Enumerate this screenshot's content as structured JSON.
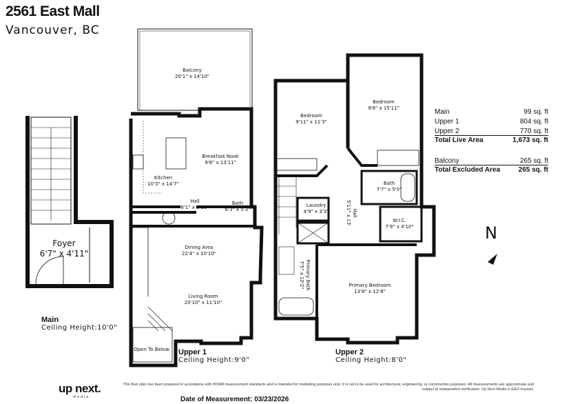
{
  "header": {
    "title": "2561 East Mall",
    "subtitle": "Vancouver, BC"
  },
  "floors": {
    "main": {
      "name": "Main",
      "ceiling": "Ceiling Height:10'0\""
    },
    "upper1": {
      "name": "Upper 1",
      "ceiling": "Ceiling Height:9'0\""
    },
    "upper2": {
      "name": "Upper 2",
      "ceiling": "Ceiling Height:8'0\""
    }
  },
  "rooms": {
    "foyer": {
      "name": "Foyer",
      "dims": "6'7\" x 4'11\""
    },
    "balcony": {
      "name": "Balcony",
      "dims": "20'1\" x 14'10\""
    },
    "breakfast_nook": {
      "name": "Breakfast Nook",
      "dims": "9'6\" x 13'11\""
    },
    "kitchen": {
      "name": "Kitchen",
      "dims": "10'3\" x 14'7\""
    },
    "hall_u1": {
      "name": "Hall",
      "dims": "6'1\" x 5'10\""
    },
    "bath_u1": {
      "name": "Bath",
      "dims": "6'3\" x 5'3\""
    },
    "dining": {
      "name": "Dining Area",
      "dims": "22'4\" x 10'10\""
    },
    "living": {
      "name": "Living Room",
      "dims": "20'10\" x 11'10\""
    },
    "open_below": {
      "name": "Open To Below"
    },
    "bedroom1": {
      "name": "Bedroom",
      "dims": "9'11\" x 11'3\""
    },
    "bedroom2": {
      "name": "Bedroom",
      "dims": "9'6\" x 15'11\""
    },
    "bath_u2": {
      "name": "Bath",
      "dims": "7'7\" x 5'0\""
    },
    "laundry": {
      "name": "Laundry",
      "dims": "4'9\" x 3'3\""
    },
    "hall_u2": {
      "name": "Hall",
      "dims": "5'11\" x 13'"
    },
    "wic": {
      "name": "W.I.C.",
      "dims": "7'9\" x 4'10\""
    },
    "primary_bath": {
      "name": "Primary Bath",
      "dims": "7'5\" x 10'2\""
    },
    "primary_bedroom": {
      "name": "Primary Bedroom",
      "dims": "13'8\" x 12'8\""
    }
  },
  "areas": {
    "live": [
      {
        "label": "Main",
        "value": "99 sq. ft"
      },
      {
        "label": "Upper 1",
        "value": "804 sq. ft"
      },
      {
        "label": "Upper 2",
        "value": "770 sq. ft"
      }
    ],
    "total_live": {
      "label": "Total Live Area",
      "value": "1,673 sq. ft"
    },
    "excluded": [
      {
        "label": "Balcony",
        "value": "265 sq. ft"
      }
    ],
    "total_excluded": {
      "label": "Total Excluded Area",
      "value": "265 sq. ft"
    }
  },
  "compass": {
    "label": "N"
  },
  "footer": {
    "logo": "up next.",
    "logo_sub": "media",
    "disclaimer": "This floor plan has been prepared in accordance with BOMA measurement standards and is intended for marketing purposes only. It is not to be used for architectural, engineering, or construction purposes. All measurements are approximate and subject to independent verification. Up Next Media is E&O insured.",
    "date": "Date of Measurement: 03/23/2026"
  }
}
